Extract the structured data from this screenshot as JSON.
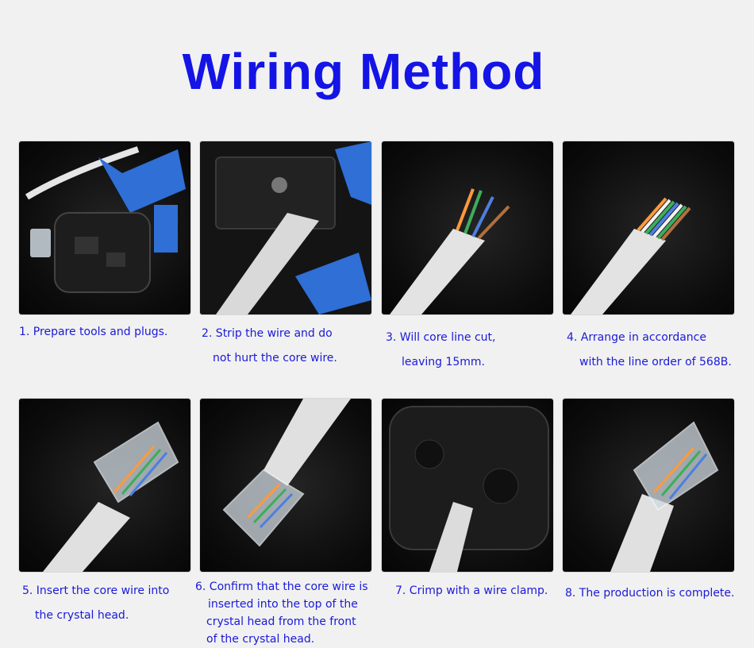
{
  "title": "Wiring Method",
  "steps": [
    {
      "line1": "1. Prepare tools and plugs.",
      "line2": "",
      "line3": ""
    },
    {
      "line1": "2. Strip the wire and do",
      "line2": "not hurt the core wire.",
      "line3": ""
    },
    {
      "line1": "3. Will core line cut,",
      "line2": "leaving  15mm.",
      "line3": ""
    },
    {
      "line1": "4. Arrange in accordance",
      "line2": "with the line order of 568B.",
      "line3": ""
    },
    {
      "line1": "5. Insert the core wire into",
      "line2": "the crystal head.",
      "line3": ""
    },
    {
      "line1": "6. Confirm that the core wire is",
      "line2": "inserted into the top of the",
      "line3": "crystal head from the front",
      "line4": "of the crystal head."
    },
    {
      "line1": "7. Crimp with a wire clamp.",
      "line2": "",
      "line3": ""
    },
    {
      "line1": "8. The production is complete.",
      "line2": "",
      "line3": ""
    }
  ],
  "colors": {
    "title": "#1414e6",
    "caption": "#1a1ad8",
    "background": "#f1f1f1"
  }
}
